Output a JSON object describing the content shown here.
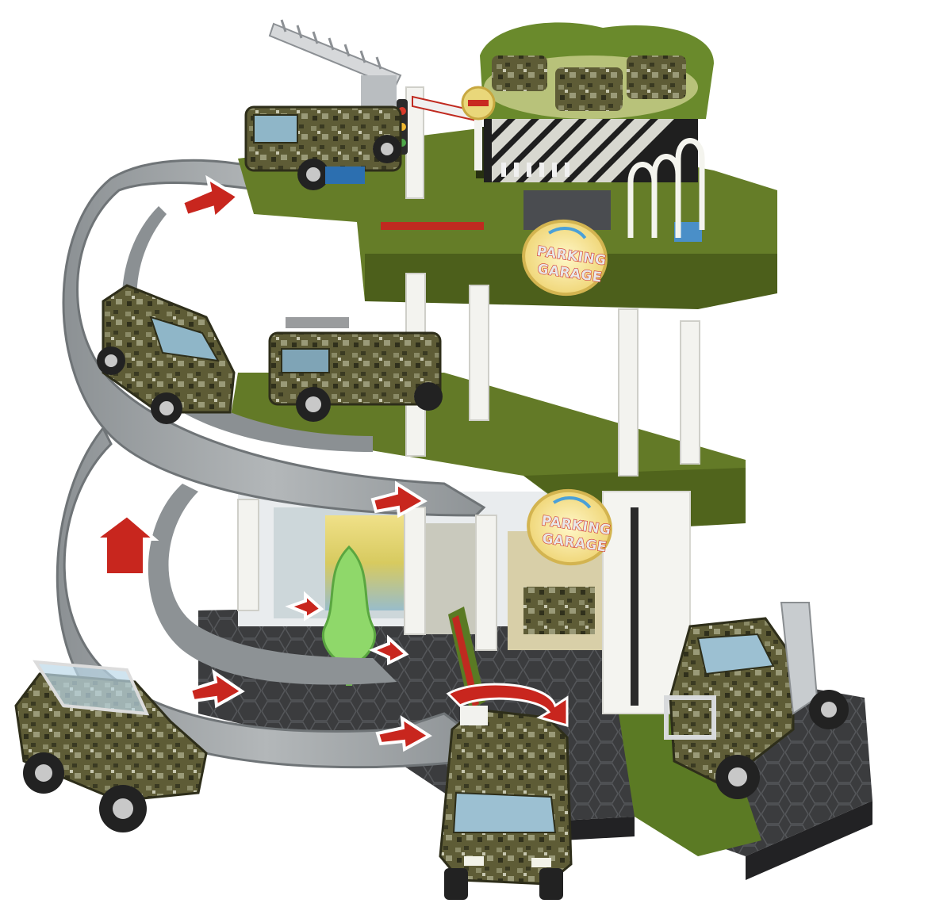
{
  "image": {
    "subject": "toy multi-level military parking garage with diecast camouflage vehicles",
    "signs": [
      {
        "line1": "PARKING",
        "line2": "GARAGE"
      },
      {
        "line1": "PARKING",
        "line2": "GARAGE"
      }
    ],
    "colors": {
      "deck_green": "#5b6e22",
      "deck_green_dark": "#3f4d16",
      "ramp_gray": "#a5a9ab",
      "ramp_gray_dark": "#7f8487",
      "arrow_red": "#c8261e",
      "pillar_white": "#f2f2ee",
      "camo_olive": "#5c5a35",
      "base_dark": "#3a3a3c"
    }
  }
}
